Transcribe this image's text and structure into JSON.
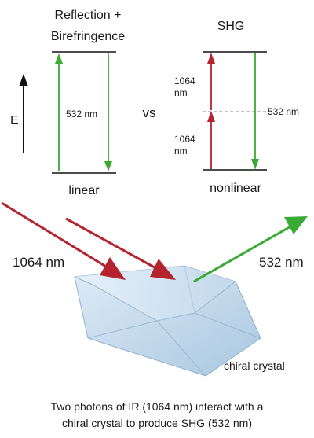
{
  "left_panel": {
    "title_line1": "Reflection +",
    "title_line2": "Birefringence",
    "axis_label": "E",
    "wavelength_label": "532 nm",
    "bottom_label": "linear"
  },
  "versus_label": "vs",
  "right_panel": {
    "title": "SHG",
    "upper_photon_line1": "1064",
    "upper_photon_line2": "nm",
    "lower_photon_line1": "1064",
    "lower_photon_line2": "nm",
    "output_label": "532 nm",
    "bottom_label": "nonlinear"
  },
  "crystal": {
    "input_label": "1064 nm",
    "output_label": "532 nm",
    "crystal_label": "chiral crystal"
  },
  "caption": {
    "line1": "Two photons of IR (1064 nm) interact with a",
    "line2": "chiral crystal to produce SHG (532 nm)"
  },
  "colors": {
    "green_arrow": "#3aaa35",
    "red_arrow": "#b5232f",
    "crystal_fill": "#c9deef",
    "crystal_edge": "#7f9bb5",
    "level_line": "#111111"
  }
}
